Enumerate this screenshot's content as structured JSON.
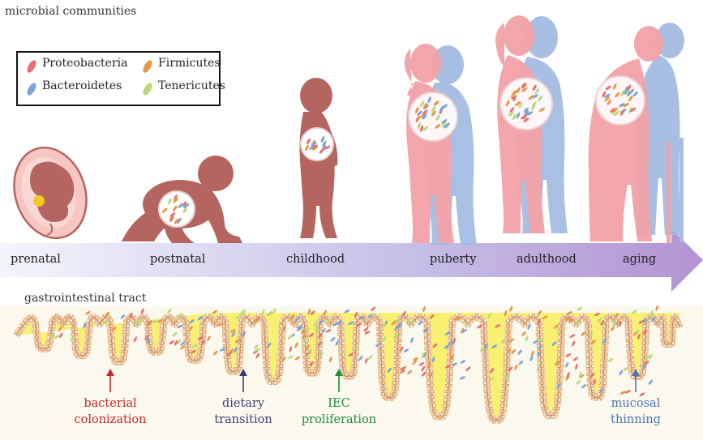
{
  "titles": {
    "top": "microbial communities",
    "bottom": "gastrointestinal tract"
  },
  "legend": {
    "items": [
      {
        "label": "Proteobacteria",
        "color": "#e86f6f"
      },
      {
        "label": "Firmicutes",
        "color": "#e89548"
      },
      {
        "label": "Bacteroidetes",
        "color": "#7ba3d6"
      },
      {
        "label": "Tenericutes",
        "color": "#b9d97a"
      }
    ]
  },
  "stages": [
    "prenatal",
    "postnatal",
    "childhood",
    "puberty",
    "adulthood",
    "aging"
  ],
  "annotations": [
    {
      "line1": "bacterial",
      "line2": "colonization",
      "color": "#c62a2a"
    },
    {
      "line1": "dietary",
      "line2": "transition",
      "color": "#3d3f73"
    },
    {
      "line1": "IEC",
      "line2": "proliferation",
      "color": "#1f8c3a"
    },
    {
      "line1": "mucosal",
      "line2": "thinning",
      "color": "#4a76b5"
    }
  ],
  "colors": {
    "silhouette_child": "#b4655f",
    "silhouette_female": "#f2a1a6",
    "silhouette_male": "#9fb9e0",
    "arrow_start": "#eef1fb",
    "arrow_end": "#b89ad6",
    "mucus": "#f6ef59",
    "gut_wall": "#d9a06a"
  }
}
